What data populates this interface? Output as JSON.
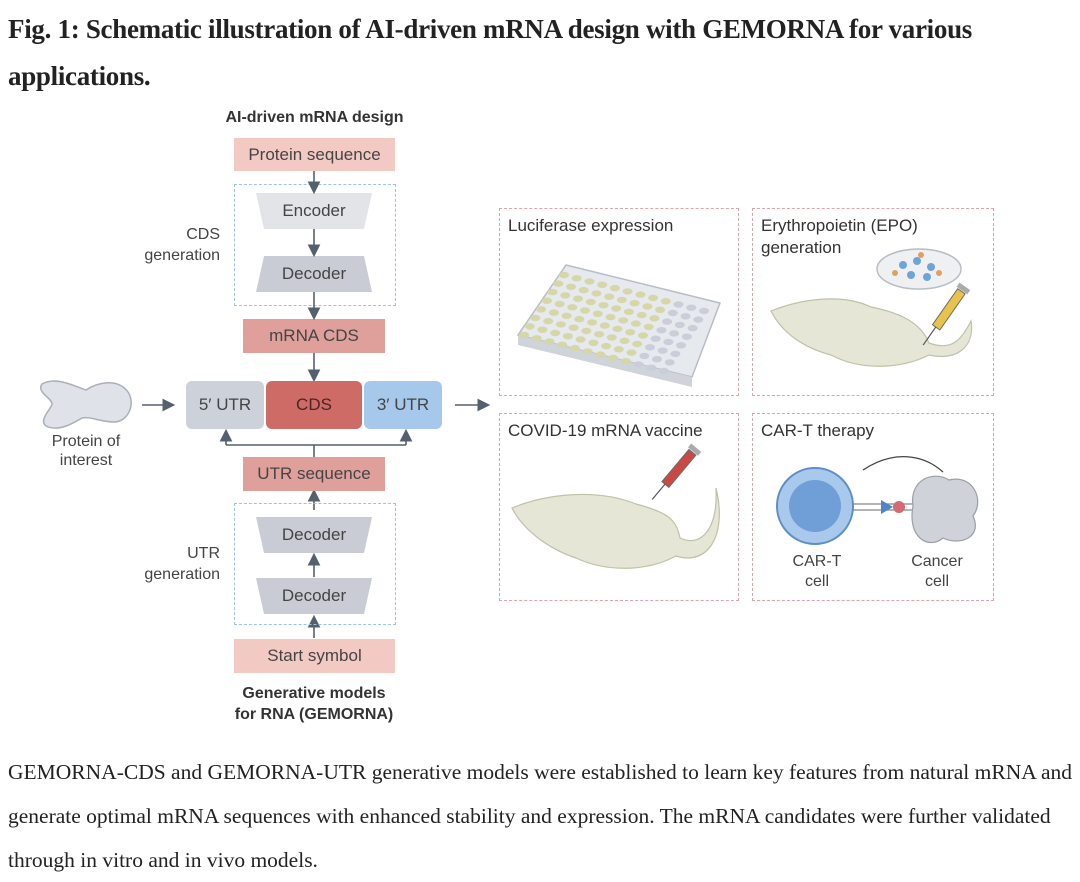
{
  "figure": {
    "title": "Fig. 1: Schematic illustration of AI-driven mRNA design with GEMORNA for various applications.",
    "caption": "GEMORNA-CDS and GEMORNA-UTR generative models were established to learn key features from natural mRNA and generate optimal mRNA sequences with enhanced stability and expression. The mRNA candidates were further validated through in vitro and in vivo models."
  },
  "pipeline": {
    "header": "AI-driven mRNA design",
    "footer_line1": "Generative models",
    "footer_line2": "for RNA (GEMORNA)",
    "protein_sequence": "Protein sequence",
    "cds_group_label_line1": "CDS",
    "cds_group_label_line2": "generation",
    "encoder": "Encoder",
    "cds_decoder": "Decoder",
    "mrna_cds": "mRNA CDS",
    "utr5": "5′ UTR",
    "cds": "CDS",
    "utr3": "3′ UTR",
    "utr_sequence": "UTR sequence",
    "utr_group_label_line1": "UTR",
    "utr_group_label_line2": "generation",
    "utr_decoder_1": "Decoder",
    "utr_decoder_2": "Decoder",
    "start_symbol": "Start symbol",
    "protein_of_interest_line1": "Protein of",
    "protein_of_interest_line2": "interest"
  },
  "applications": [
    {
      "title": "Luciferase expression",
      "icon": "well-plate-icon"
    },
    {
      "title": "Erythropoietin (EPO)\ngeneration",
      "icon": "mouse-injection-icon"
    },
    {
      "title": "COVID-19 mRNA vaccine",
      "icon": "mouse-vaccine-icon"
    },
    {
      "title": "CAR-T therapy",
      "icon": "car-t-cell-icon",
      "left_label_line1": "CAR-T",
      "left_label_line2": "cell",
      "right_label_line1": "Cancer",
      "right_label_line2": "cell"
    }
  ],
  "colors": {
    "protein_box": "#f3c9c4",
    "mrna_box": "#dfa09c",
    "cds_block": "#cf6b67",
    "utr5_block": "#cdd1da",
    "utr3_block": "#a6c8ea",
    "encoder": "#e2e4e8",
    "decoder": "#c9ccd5",
    "group_border": "#9cc3df",
    "panel_border": "#dfa3ae"
  }
}
